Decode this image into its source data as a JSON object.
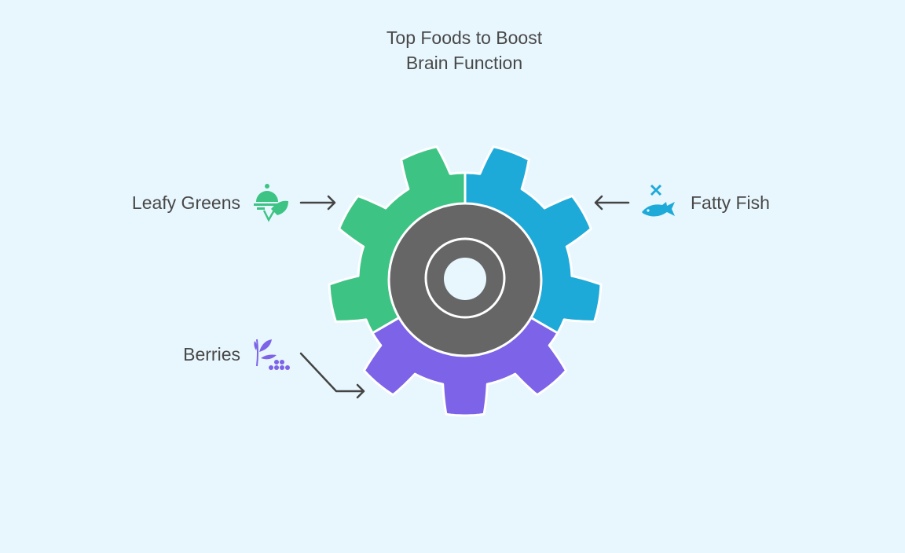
{
  "title_line1": "Top Foods to Boost",
  "title_line2": "Brain Function",
  "items": [
    {
      "label": "Leafy Greens",
      "icon": "leafy-greens-icon",
      "color": "#3dc484"
    },
    {
      "label": "Fatty Fish",
      "icon": "fish-icon",
      "color": "#1eaad9"
    },
    {
      "label": "Berries",
      "icon": "berries-icon",
      "color": "#7d63e8"
    }
  ],
  "hub_color": "#666666",
  "arrow_color": "#444444"
}
